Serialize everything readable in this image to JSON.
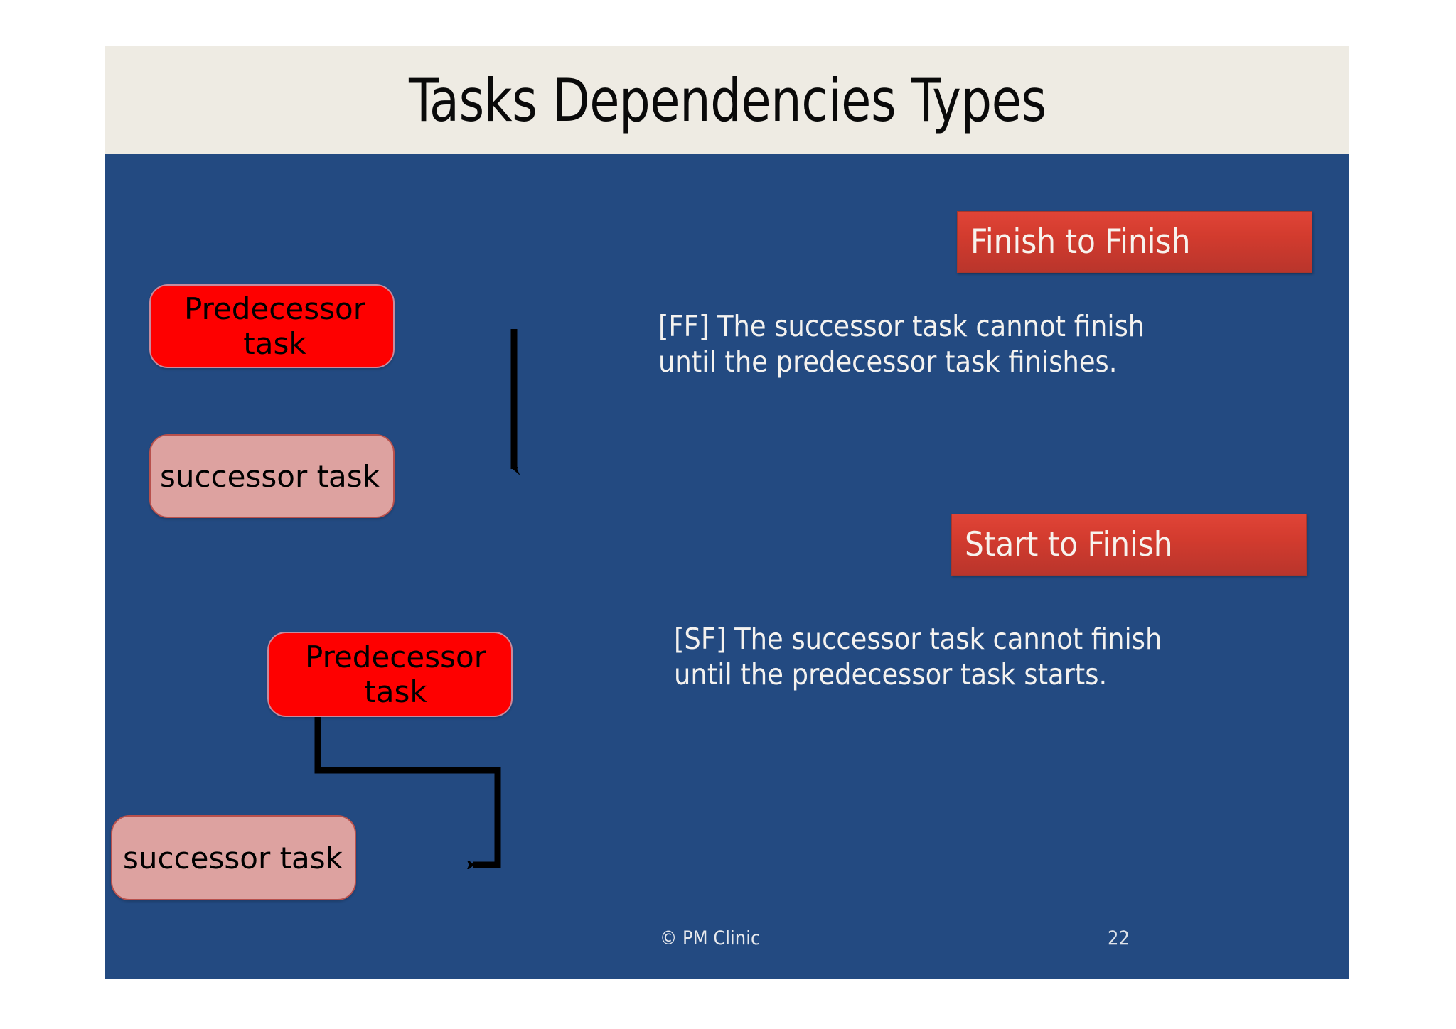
{
  "slide": {
    "title": "Tasks Dependencies Types",
    "background_color": "#234a81",
    "title_band_color": "#eeebe3",
    "page_number": "22",
    "copyright": "© PM Clinic"
  },
  "diagrams": [
    {
      "id": "finish-to-finish",
      "type_label": "Finish to Finish",
      "predecessor_label": "Predecessor task",
      "successor_label": "successor task",
      "description": "[FF] The successor task cannot finish until the predecessor task finishes.",
      "description_line_1": "[FF] The successor task cannot finish",
      "description_line_2": "until the predecessor task finishes."
    },
    {
      "id": "start-to-finish",
      "type_label": "Start to Finish",
      "predecessor_label": "Predecessor task",
      "successor_label": "successor task",
      "description": "[SF] The successor task cannot finish until the predecessor task starts.",
      "description_line_1": "[SF] The successor task cannot finish",
      "description_line_2": "until the predecessor task starts."
    }
  ],
  "colors": {
    "predecessor_fill": "#fe0000",
    "successor_fill": "#dda2a0",
    "label_box_red": "#d23b2e",
    "slide_blue": "#234a81",
    "title_cream": "#eeebe3",
    "connector_black": "#000000"
  }
}
